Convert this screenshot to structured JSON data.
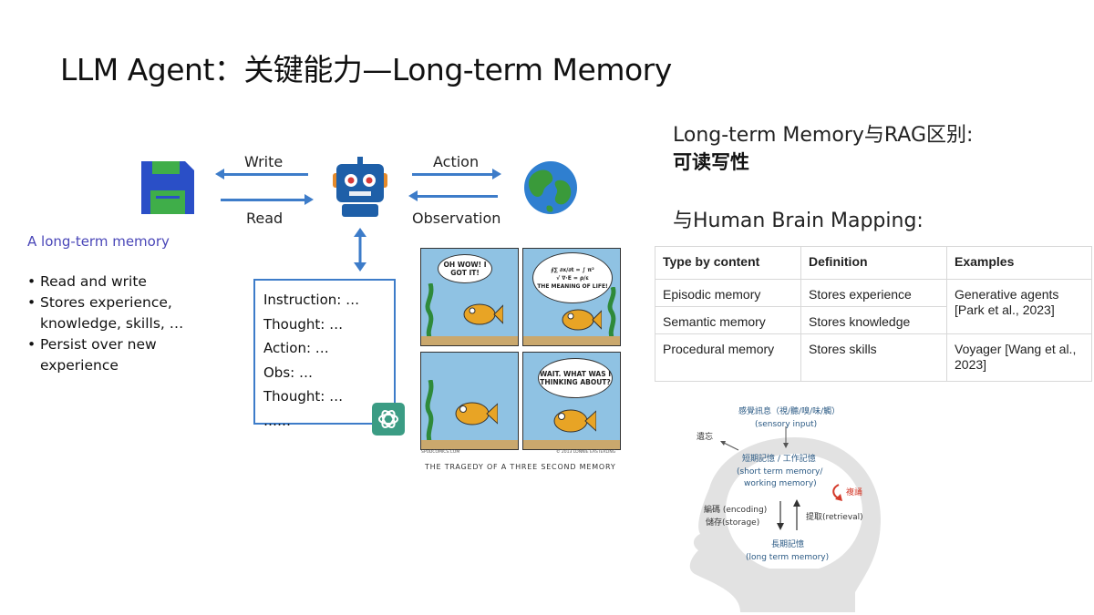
{
  "slide": {
    "title": "LLM Agent：关键能力—Long-term Memory"
  },
  "diagram": {
    "write_label": "Write",
    "read_label": "Read",
    "action_label": "Action",
    "observation_label": "Observation",
    "memory_heading": "A long-term memory",
    "memory_bullets": [
      "Read and write",
      "Stores experience, knowledge, skills, …",
      "Persist over new experience"
    ],
    "trace_lines": [
      "Instruction: …",
      "Thought: …",
      "Action: …",
      "Obs: …",
      "Thought: …",
      "……"
    ],
    "icons": [
      "floppy-disk-icon",
      "robot-icon",
      "globe-icon",
      "chatgpt-logo-icon"
    ],
    "colors": {
      "arrow": "#3d7cc9",
      "heading": "#4a47b8",
      "robot": "#1e5fa8",
      "floppy": "#2a4fc7",
      "floppy_label": "#3fae49"
    }
  },
  "comic": {
    "bubble1": "OH WOW! I GOT IT!",
    "bubble2_caption": "THE MEANING OF LIFE!",
    "bubble3": "WAIT. WHAT WAS I THINKING ABOUT?",
    "credit_left": "SPUDCOMICS.COM",
    "credit_right": "© 2013 LONNIE EASTERLING",
    "caption": "THE TRAGEDY OF A THREE SECOND MEMORY"
  },
  "right": {
    "rag_heading": "Long-term Memory与RAG区别:",
    "rag_answer": "可读写性",
    "mapping_heading": "与Human Brain Mapping:"
  },
  "table": {
    "headers": [
      "Type by content",
      "Definition",
      "Examples"
    ],
    "rows": [
      {
        "type": "Episodic memory",
        "definition": "Stores experience",
        "examples": "Generative agents [Park et al., 2023]"
      },
      {
        "type": "Semantic memory",
        "definition": "Stores knowledge",
        "examples": ""
      },
      {
        "type": "Procedural memory",
        "definition": "Stores skills",
        "examples": "Voyager [Wang et al., 2023]"
      }
    ]
  },
  "brain": {
    "sensory": "感覺訊息（視/聽/嗅/味/觸）",
    "sensory_en": "(sensory input)",
    "forget": "遺忘",
    "short_term": "短期記憶 / 工作記憶",
    "short_term_en1": "(short term memory/",
    "short_term_en2": "working memory)",
    "rehearsal": "複誦",
    "encoding": "編碼 (encoding)",
    "storage": "儲存(storage)",
    "retrieval": "提取(retrieval)",
    "long_term": "長期記憶",
    "long_term_en": "(long term memory)"
  }
}
